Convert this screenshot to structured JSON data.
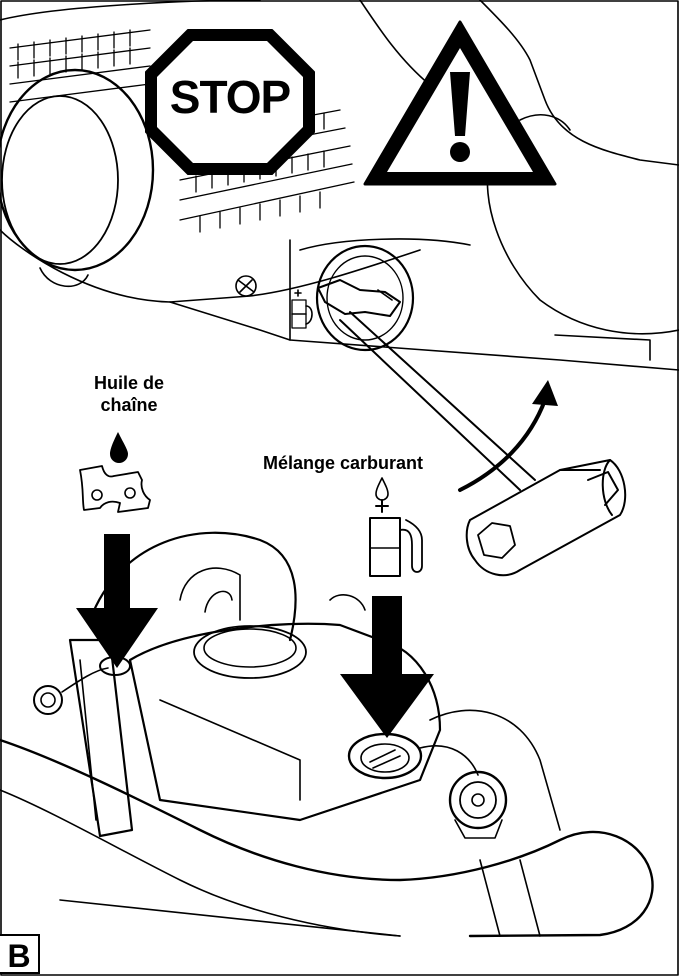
{
  "labels": {
    "stop": "STOP",
    "oil_line1": "Huile de",
    "oil_line2": "chaîne",
    "fuel": "Mélange carburant",
    "figure": "B"
  },
  "icons": {
    "stop_sign": "stop-octagon-icon",
    "warning": "warning-triangle-icon",
    "oil": "chain-oil-icon",
    "fuel": "fuel-pump-icon",
    "wrench": "combination-wrench-icon"
  },
  "colors": {
    "ink": "#000000",
    "paper": "#ffffff"
  }
}
